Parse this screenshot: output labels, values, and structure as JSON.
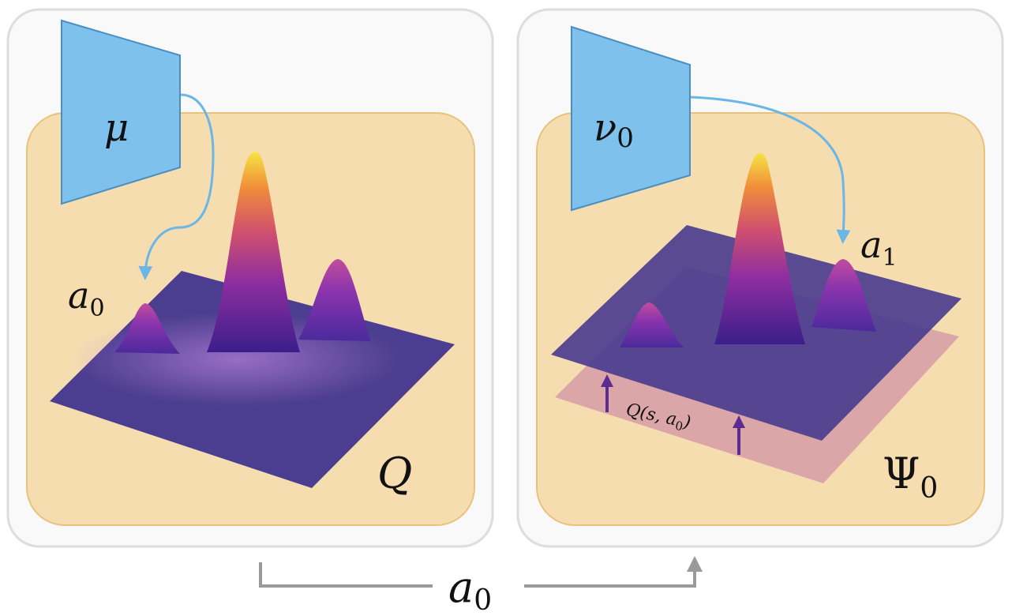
{
  "panels": [
    {
      "id": "left",
      "network_label": "μ",
      "action_label": "a",
      "action_subscript": "0",
      "function_label": "Q"
    },
    {
      "id": "right",
      "network_label": "ν",
      "network_subscript": "0",
      "action_label": "a",
      "action_subscript": "1",
      "function_label": "Ψ",
      "function_subscript": "0",
      "offset_label": "Q(s, a",
      "offset_subscript": "0",
      "offset_close": ")"
    }
  ],
  "bottom_arrow": {
    "label": "a",
    "subscript": "0"
  },
  "colors": {
    "panel_border": "#dddddd",
    "panel_fill": "#f9f9f9",
    "inner_fill": "#f6ddb0",
    "inner_border": "#e8c27d",
    "network_fill": "#7dc1ec",
    "network_stroke": "#4a8fc0",
    "curve": "#6cb6e6",
    "plane": "#4b3d8f",
    "pink_plane": "#d7a0a6",
    "purple_arrow": "#5a2c8f",
    "bottom_arrow": "#9a9a9a"
  }
}
